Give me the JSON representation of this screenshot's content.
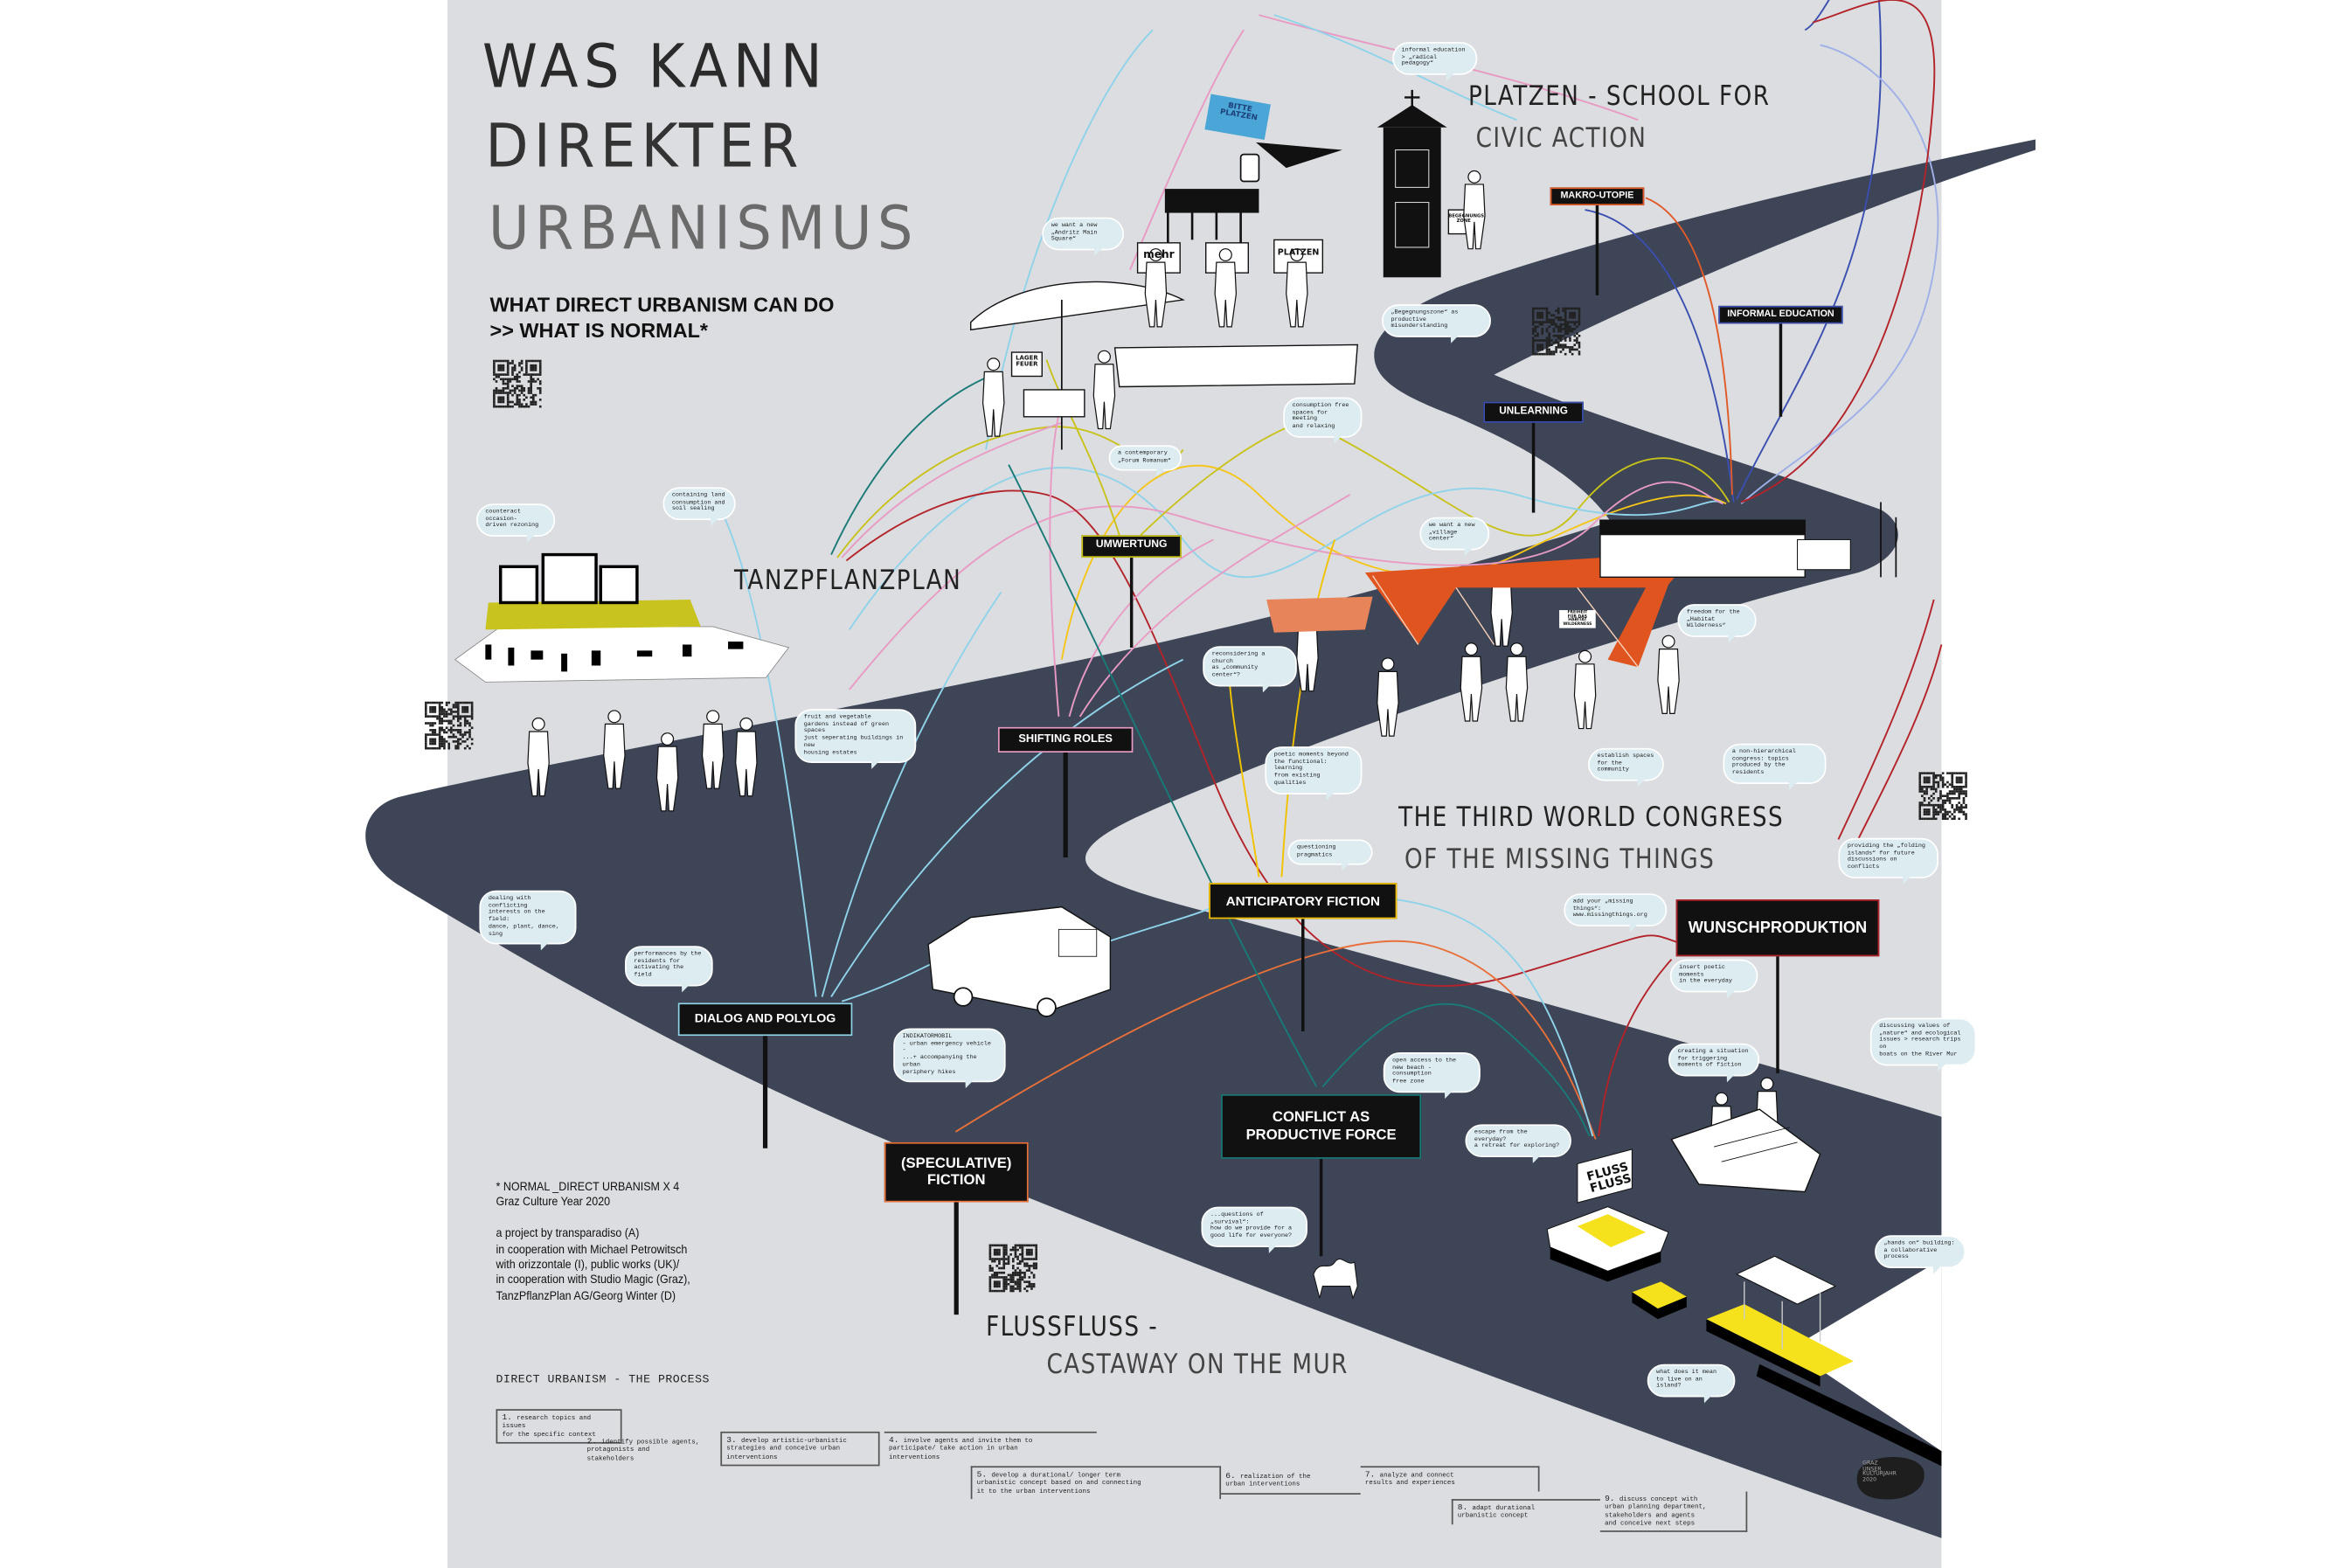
{
  "title": {
    "line1": "WAS KANN",
    "line2": "DIREKTER",
    "line3": "URBANISMUS"
  },
  "subtitle": {
    "line1": "WHAT DIRECT URBANISM CAN DO",
    "line2": ">> WHAT IS NORMAL*"
  },
  "projects": {
    "platzen_line1": "PLATZEN - SCHOOL FOR",
    "platzen_line2": "CIVIC ACTION",
    "tanzpflanzplan": "TANZPFLANZPLAN",
    "congress_line1": "THE THIRD WORLD CONGRESS",
    "congress_line2": "OF THE MISSING THINGS",
    "flussfluss_line1": "FLUSSFLUSS -",
    "flussfluss_line2": "CASTAWAY ON THE MUR"
  },
  "signs": [
    {
      "label": "MAKRO-UTOPIE",
      "color": "#e05a2a"
    },
    {
      "label": "INFORMAL EDUCATION",
      "color": "#3a4fb0"
    },
    {
      "label": "UNLEARNING",
      "color": "#3a4fb0"
    },
    {
      "label": "UMWERTUNG",
      "color": "#c9c21a"
    },
    {
      "label": "SHIFTING ROLES",
      "color": "#e89ac4"
    },
    {
      "label": "ANTICIPATORY FICTION",
      "color": "#f2c200"
    },
    {
      "label": "WUNSCHPRODUKTION",
      "color": "#b3232a"
    },
    {
      "label": "DIALOG AND POLYLOG",
      "color": "#8fd3ea"
    },
    {
      "label": "CONFLICT AS\nPRODUCTIVE FORCE",
      "color": "#1a7a78"
    },
    {
      "label": "(SPECULATIVE)\nFICTION",
      "color": "#e8703a"
    }
  ],
  "bubbles": [
    "informal education\n> „radical pedagogy“",
    "we want a new\n„Andritz Main Square“",
    "„Begegnungszone“ as\nproductive misunderstanding",
    "consumption free\nspaces for meeting\nand relaxing",
    "a contemporary\n„Forum Romanum“",
    "counteract occasion-\ndriven rezoning",
    "containing land\nconsumption and\nsoil sealing",
    "we want a new\n„village center“",
    "reconsidering a church\nas „community center“?",
    "freedom for the\n„Habitat Wilderness“",
    "fruit and vegetable\ngardens instead of green spaces\njust seperating buildings in new\nhousing estates",
    "poetic moments beyond\nthe functional: learning\nfrom existing qualities",
    "establish spaces\nfor the community",
    "a non-hierarchical\ncongress: topics\nproduced by the residents",
    "questioning pragmatics",
    "providing the „folding\nislands“ for future\ndiscussions on conflicts",
    "add your „missing things“:\nwww.missingthings.org",
    "insert poetic moments\nin the everyday",
    "dealing with conflicting\ninterests on the field:\ndance, plant, dance, sing",
    "performances by the\nresidents for\nactivating the field",
    "INDIKATORMOBIL\n- urban emergency vehicle -\n...+ accompanying the urban\nperiphery hikes",
    "open access to the\nnew beach - consumption\nfree zone",
    "creating a situation\nfor triggering\nmoments of fiction",
    "discussing values of\n„nature“ and ecological\nissues > research trips on\nboats on the River Mur",
    "escape from the everyday?\na retreat for exploring?",
    "...questions of „survival“:\nhow do we provide for a\ngood life for everyone?",
    "„hands on“ building:\na collaborative process",
    "what does it mean\nto live on an island?"
  ],
  "credits": [
    "* NORMAL _DIRECT URBANISM X 4",
    "Graz Culture Year 2020",
    "",
    "a project by transparadiso (A)",
    "in cooperation with Michael Petrowitsch",
    "with orizzontale (I), public works (UK)/",
    "in cooperation with Studio Magic (Graz),",
    "TanzPflanzPlan AG/Georg Winter (D)"
  ],
  "process": {
    "title": "DIRECT URBANISM - THE PROCESS",
    "steps": [
      {
        "n": "1.",
        "text": "research topics and issues\nfor the specific context"
      },
      {
        "n": "2.",
        "text": "identify possible agents,\nprotagonists and\nstakeholders"
      },
      {
        "n": "3.",
        "text": "develop artistic-urbanistic\nstrategies and conceive urban\ninterventions"
      },
      {
        "n": "4.",
        "text": "involve agents and invite them to\nparticipate/ take action in urban\ninterventions"
      },
      {
        "n": "5.",
        "text": "develop a durational/ longer term\nurbanistic concept based on and connecting\nit to the urban interventions"
      },
      {
        "n": "6.",
        "text": "realization of the\nurban interventions"
      },
      {
        "n": "7.",
        "text": "analyze and connect\nresults and experiences"
      },
      {
        "n": "8.",
        "text": "adapt durational\nurbanistic concept"
      },
      {
        "n": "9.",
        "text": "discuss concept with\nurban planning department,\nstakeholders and agents\nand conceive next steps"
      }
    ]
  },
  "illustration_lettering": {
    "bitte_platzen": "BITTE\nPLATZEN",
    "mehr": "mehr",
    "platzen": "PLATZEN",
    "lagerfeuer": "LAGER\nFEUER",
    "begegnungszone": "BEGEGNUNGS\nZONE",
    "freiheit": "FREIHEIT\nFÜR DAS\nHABITAT\nWILDERNESS",
    "flussfluss": "FLUSS\nFLUSS"
  },
  "logo": {
    "text": "GRAZ\nUNSER\nKULTURJAHR\n2020"
  },
  "colors": {
    "background": "#dcdde0",
    "road": "#3d4556",
    "bubble": "#dcecf1",
    "sign": "#111111",
    "island_yellow": "#f5e11c",
    "pavilion_orange": "#e0541f"
  }
}
